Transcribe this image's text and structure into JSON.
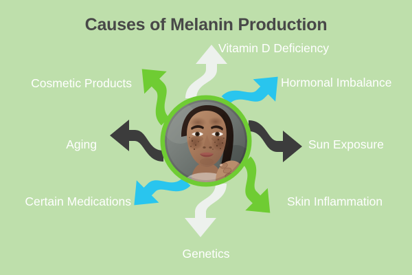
{
  "title": "Causes of Melanin Production",
  "colors": {
    "background": "#bedfab",
    "title_text": "#484848",
    "label_text": "#ffffff",
    "arrow_green": "#6fcc33",
    "arrow_cyan": "#29c5ee",
    "arrow_dark": "#3c3c3c",
    "arrow_white": "#edf1ed",
    "photo_ring": "#6fcc33"
  },
  "center": {
    "image_name": "woman-face-with-melasma-photo",
    "alt": "Close-up photo of a woman's face showing dark patches of hyperpigmentation on her cheeks and forehead, resting her chin on her hand"
  },
  "causes": [
    {
      "id": "vitamin-d-deficiency",
      "label": "Vitamin D Deficiency",
      "direction": "north",
      "arrow_color": "#edf1ed"
    },
    {
      "id": "hormonal-imbalance",
      "label": "Hormonal Imbalance",
      "direction": "north-east",
      "arrow_color": "#29c5ee"
    },
    {
      "id": "sun-exposure",
      "label": "Sun Exposure",
      "direction": "east",
      "arrow_color": "#3c3c3c"
    },
    {
      "id": "skin-inflammation",
      "label": "Skin Inflammation",
      "direction": "south-east",
      "arrow_color": "#6fcc33"
    },
    {
      "id": "genetics",
      "label": "Genetics",
      "direction": "south",
      "arrow_color": "#edf1ed"
    },
    {
      "id": "certain-medications",
      "label": "Certain Medications",
      "direction": "south-west",
      "arrow_color": "#29c5ee"
    },
    {
      "id": "aging",
      "label": "Aging",
      "direction": "west",
      "arrow_color": "#3c3c3c"
    },
    {
      "id": "cosmetic-products",
      "label": "Cosmetic Products",
      "direction": "north-west",
      "arrow_color": "#6fcc33"
    }
  ]
}
